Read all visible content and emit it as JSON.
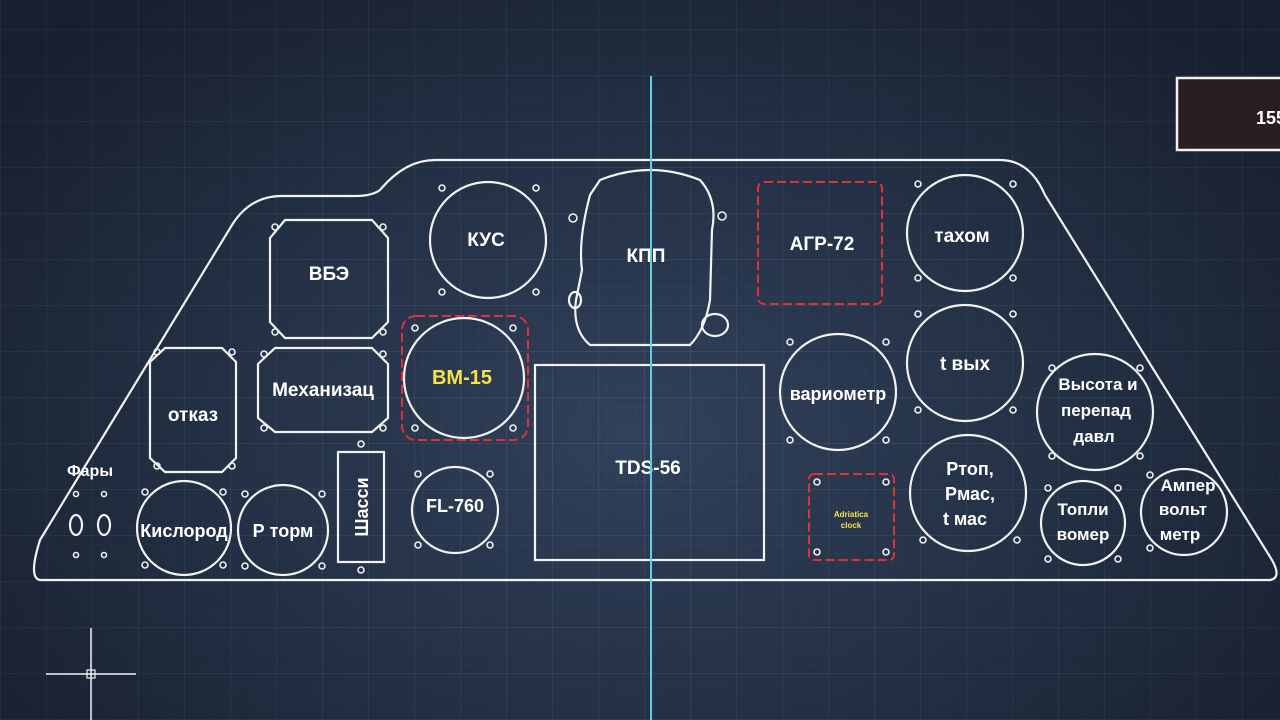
{
  "viewport": {
    "readout": "155"
  },
  "instruments": {
    "vbe": "ВБЭ",
    "kus": "КУС",
    "kpp": "КПП",
    "agr": "АГР-72",
    "tahom": "тахом",
    "otkaz": "отказ",
    "mehaniz": "Механизац",
    "bm15": "BM-15",
    "variometr": "вариометр",
    "tvyh": "t вых",
    "vysota": [
      "Высота и",
      "перепад",
      "давл"
    ],
    "fary": "Фары",
    "kislorod": "Кислород",
    "ptorm": "Р торм",
    "shassi": "Шасси",
    "fl760": "FL-760",
    "tds56": "TDS-56",
    "adriatica": [
      "Adriatica",
      "clock"
    ],
    "ptop": [
      "Ртоп,",
      "Рмас,",
      "t мас"
    ],
    "toplivomer": [
      "Топли",
      "вомер"
    ],
    "ampervolt": [
      "Ампер",
      "вольт",
      "метр"
    ]
  },
  "colors": {
    "lines": "#f2f2f2",
    "highlight": "#e0303a",
    "label_yellow": "#f4e24a",
    "cursor_line": "#5fd0e0"
  }
}
